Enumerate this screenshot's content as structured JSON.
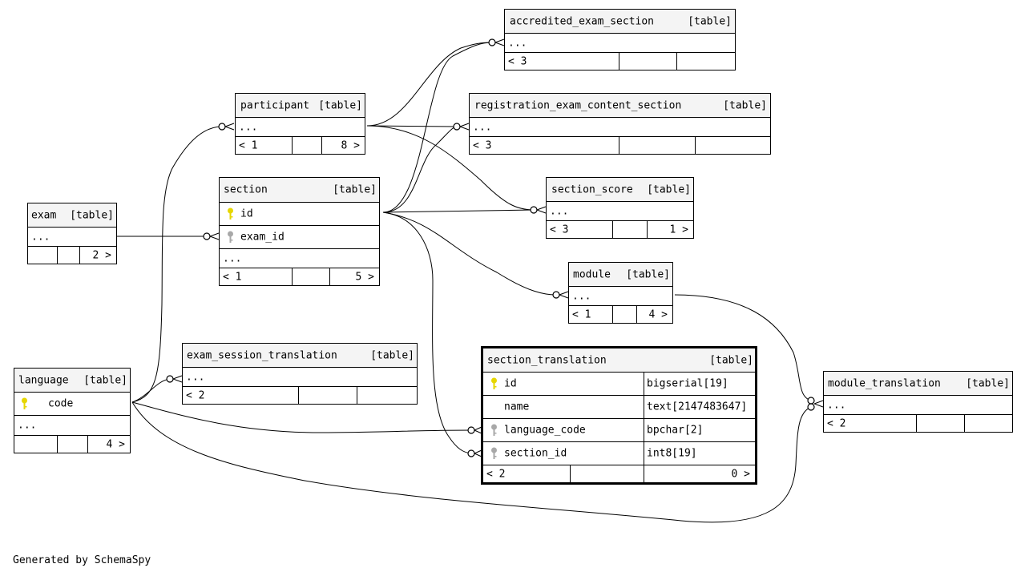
{
  "tables": {
    "accredited_exam_section": {
      "name": "accredited_exam_section",
      "type": "[table]",
      "ellipsis": "...",
      "left": "< 3",
      "right": ""
    },
    "participant": {
      "name": "participant",
      "type": "[table]",
      "ellipsis": "...",
      "left": "< 1",
      "right": "8 >"
    },
    "registration_exam_content_section": {
      "name": "registration_exam_content_section",
      "type": "[table]",
      "ellipsis": "...",
      "left": "< 3",
      "right": ""
    },
    "section": {
      "name": "section",
      "type": "[table]",
      "columns": [
        "id",
        "exam_id"
      ],
      "ellipsis": "...",
      "left": "< 1",
      "right": "5 >"
    },
    "section_score": {
      "name": "section_score",
      "type": "[table]",
      "ellipsis": "...",
      "left": "< 3",
      "right": "1 >"
    },
    "exam": {
      "name": "exam",
      "type": "[table]",
      "ellipsis": "...",
      "left": "",
      "right": "2 >"
    },
    "module": {
      "name": "module",
      "type": "[table]",
      "ellipsis": "...",
      "left": "< 1",
      "right": "4 >"
    },
    "exam_session_translation": {
      "name": "exam_session_translation",
      "type": "[table]",
      "ellipsis": "...",
      "left": "< 2",
      "right": ""
    },
    "language": {
      "name": "language",
      "type": "[table]",
      "columns": [
        "code"
      ],
      "ellipsis": "...",
      "left": "",
      "right": "4 >"
    },
    "section_translation": {
      "name": "section_translation",
      "type": "[table]",
      "columns": [
        {
          "name": "id",
          "type": "bigserial[19]"
        },
        {
          "name": "name",
          "type": "text[2147483647]"
        },
        {
          "name": "language_code",
          "type": "bpchar[2]"
        },
        {
          "name": "section_id",
          "type": "int8[19]"
        }
      ],
      "left": "< 2",
      "right": "0 >"
    },
    "module_translation": {
      "name": "module_translation",
      "type": "[table]",
      "ellipsis": "...",
      "left": "< 2",
      "right": ""
    }
  },
  "footer": "Generated by SchemaSpy",
  "colors": {
    "primary_key": "#e6d600",
    "foreign_key": "#a8a8a8",
    "header_bg": "#f4f4f4",
    "line": "#000000"
  }
}
